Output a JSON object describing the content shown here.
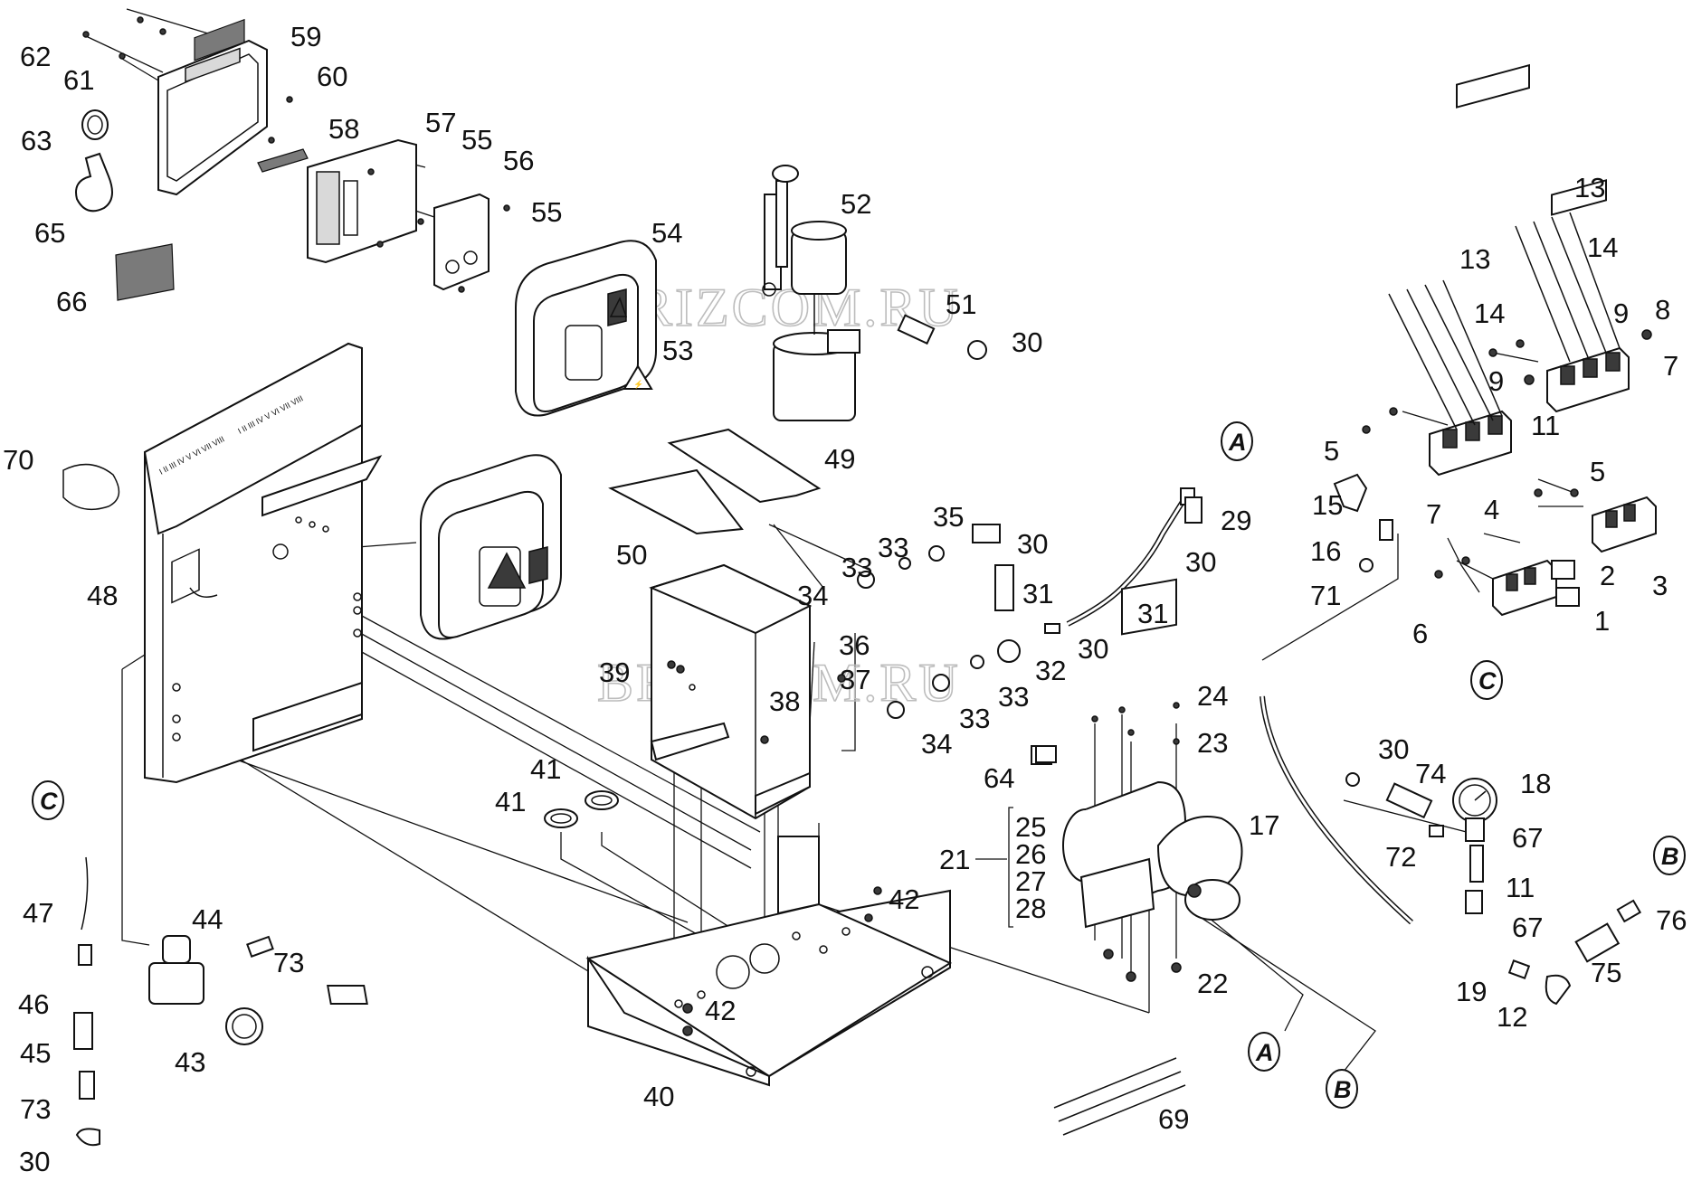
{
  "watermark": {
    "text": "BRIZCOM.RU",
    "color": "#bdbdbd"
  },
  "callouts": [
    {
      "id": "c1",
      "label": "1"
    },
    {
      "id": "c2",
      "label": "2"
    },
    {
      "id": "c3",
      "label": "3"
    },
    {
      "id": "c4",
      "label": "4"
    },
    {
      "id": "c5a",
      "label": "5"
    },
    {
      "id": "c5b",
      "label": "5"
    },
    {
      "id": "c6",
      "label": "6"
    },
    {
      "id": "c7a",
      "label": "7"
    },
    {
      "id": "c7b",
      "label": "7"
    },
    {
      "id": "c8",
      "label": "8"
    },
    {
      "id": "c9a",
      "label": "9"
    },
    {
      "id": "c9b",
      "label": "9"
    },
    {
      "id": "c11a",
      "label": "11"
    },
    {
      "id": "c11b",
      "label": "11"
    },
    {
      "id": "c12",
      "label": "12"
    },
    {
      "id": "c13a",
      "label": "13"
    },
    {
      "id": "c13b",
      "label": "13"
    },
    {
      "id": "c14a",
      "label": "14"
    },
    {
      "id": "c14b",
      "label": "14"
    },
    {
      "id": "c15",
      "label": "15"
    },
    {
      "id": "c16",
      "label": "16"
    },
    {
      "id": "c17",
      "label": "17"
    },
    {
      "id": "c18",
      "label": "18"
    },
    {
      "id": "c19",
      "label": "19"
    },
    {
      "id": "c21",
      "label": "21"
    },
    {
      "id": "c22",
      "label": "22"
    },
    {
      "id": "c23",
      "label": "23"
    },
    {
      "id": "c24",
      "label": "24"
    },
    {
      "id": "c25",
      "label": "25"
    },
    {
      "id": "c26",
      "label": "26"
    },
    {
      "id": "c27",
      "label": "27"
    },
    {
      "id": "c28",
      "label": "28"
    },
    {
      "id": "c29",
      "label": "29"
    },
    {
      "id": "c30a",
      "label": "30"
    },
    {
      "id": "c30b",
      "label": "30"
    },
    {
      "id": "c30c",
      "label": "30"
    },
    {
      "id": "c30d",
      "label": "30"
    },
    {
      "id": "c30e",
      "label": "30"
    },
    {
      "id": "c30f",
      "label": "30"
    },
    {
      "id": "c31a",
      "label": "31"
    },
    {
      "id": "c31b",
      "label": "31"
    },
    {
      "id": "c32",
      "label": "32"
    },
    {
      "id": "c33a",
      "label": "33"
    },
    {
      "id": "c33b",
      "label": "33"
    },
    {
      "id": "c33c",
      "label": "33"
    },
    {
      "id": "c33d",
      "label": "33"
    },
    {
      "id": "c34a",
      "label": "34"
    },
    {
      "id": "c34b",
      "label": "34"
    },
    {
      "id": "c35",
      "label": "35"
    },
    {
      "id": "c36",
      "label": "36"
    },
    {
      "id": "c37",
      "label": "37"
    },
    {
      "id": "c38",
      "label": "38"
    },
    {
      "id": "c39",
      "label": "39"
    },
    {
      "id": "c40",
      "label": "40"
    },
    {
      "id": "c41a",
      "label": "41"
    },
    {
      "id": "c41b",
      "label": "41"
    },
    {
      "id": "c42a",
      "label": "42"
    },
    {
      "id": "c42b",
      "label": "42"
    },
    {
      "id": "c43",
      "label": "43"
    },
    {
      "id": "c44",
      "label": "44"
    },
    {
      "id": "c45",
      "label": "45"
    },
    {
      "id": "c46",
      "label": "46"
    },
    {
      "id": "c47",
      "label": "47"
    },
    {
      "id": "c48",
      "label": "48"
    },
    {
      "id": "c49",
      "label": "49"
    },
    {
      "id": "c50",
      "label": "50"
    },
    {
      "id": "c51",
      "label": "51"
    },
    {
      "id": "c52",
      "label": "52"
    },
    {
      "id": "c53",
      "label": "53"
    },
    {
      "id": "c54",
      "label": "54"
    },
    {
      "id": "c55a",
      "label": "55"
    },
    {
      "id": "c55b",
      "label": "55"
    },
    {
      "id": "c56",
      "label": "56"
    },
    {
      "id": "c57",
      "label": "57"
    },
    {
      "id": "c58",
      "label": "58"
    },
    {
      "id": "c59",
      "label": "59"
    },
    {
      "id": "c60",
      "label": "60"
    },
    {
      "id": "c61",
      "label": "61"
    },
    {
      "id": "c62",
      "label": "62"
    },
    {
      "id": "c63",
      "label": "63"
    },
    {
      "id": "c64",
      "label": "64"
    },
    {
      "id": "c65",
      "label": "65"
    },
    {
      "id": "c66",
      "label": "66"
    },
    {
      "id": "c67a",
      "label": "67"
    },
    {
      "id": "c67b",
      "label": "67"
    },
    {
      "id": "c69",
      "label": "69"
    },
    {
      "id": "c70",
      "label": "70"
    },
    {
      "id": "c71",
      "label": "71"
    },
    {
      "id": "c72",
      "label": "72"
    },
    {
      "id": "c73a",
      "label": "73"
    },
    {
      "id": "c73b",
      "label": "73"
    },
    {
      "id": "c74",
      "label": "74"
    },
    {
      "id": "c75",
      "label": "75"
    },
    {
      "id": "c76",
      "label": "76"
    }
  ],
  "connection_refs": [
    {
      "id": "refA1",
      "label": "A"
    },
    {
      "id": "refA2",
      "label": "A"
    },
    {
      "id": "refB1",
      "label": "B"
    },
    {
      "id": "refB2",
      "label": "B"
    },
    {
      "id": "refC1",
      "label": "C"
    },
    {
      "id": "refC2",
      "label": "C"
    }
  ],
  "panel_marks": "I  II III IV  V  VI VII VIII",
  "panel_marks_2": "I  II III IV  V  VI VII VIII"
}
